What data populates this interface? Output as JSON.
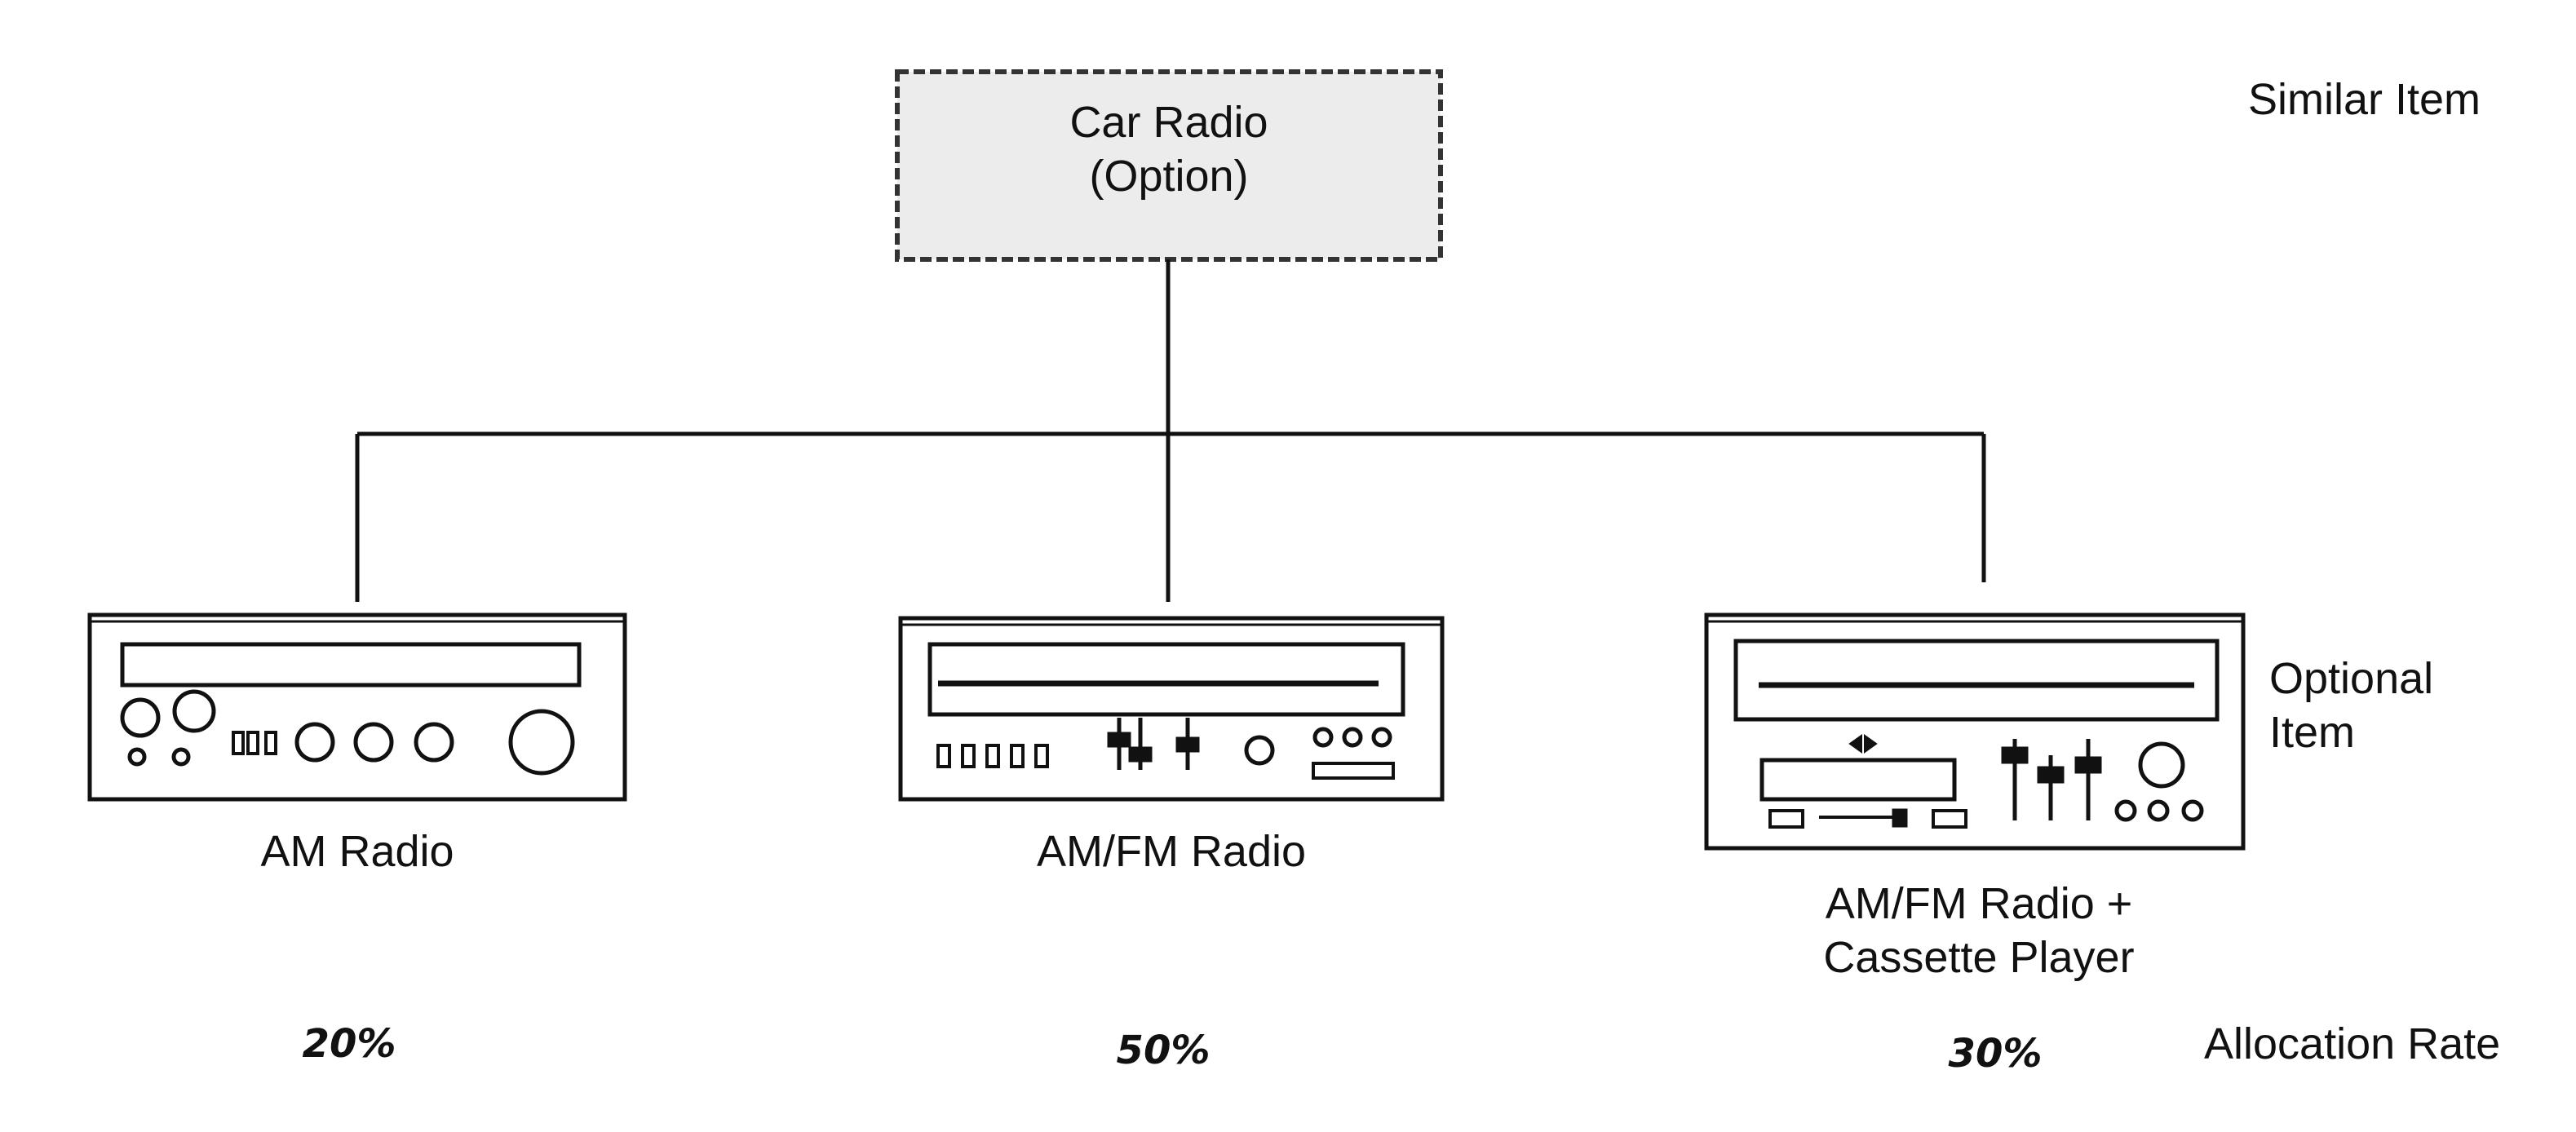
{
  "root": {
    "line1": "Car Radio",
    "line2": "(Option)"
  },
  "similar_item_label": "Similar Item",
  "optional_item_label": {
    "line1": "Optional",
    "line2": "Item"
  },
  "allocation_rate_label": "Allocation Rate",
  "items": [
    {
      "name_line1": "AM Radio",
      "name_line2": "",
      "rate": "20%",
      "icon": "am-radio-icon"
    },
    {
      "name_line1": "AM/FM Radio",
      "name_line2": "",
      "rate": "50%",
      "icon": "am-fm-radio-icon"
    },
    {
      "name_line1": "AM/FM Radio +",
      "name_line2": "Cassette Player",
      "rate": "30%",
      "icon": "am-fm-cassette-icon"
    }
  ],
  "colors": {
    "root_fill": "#ececec",
    "stroke": "#111111"
  }
}
